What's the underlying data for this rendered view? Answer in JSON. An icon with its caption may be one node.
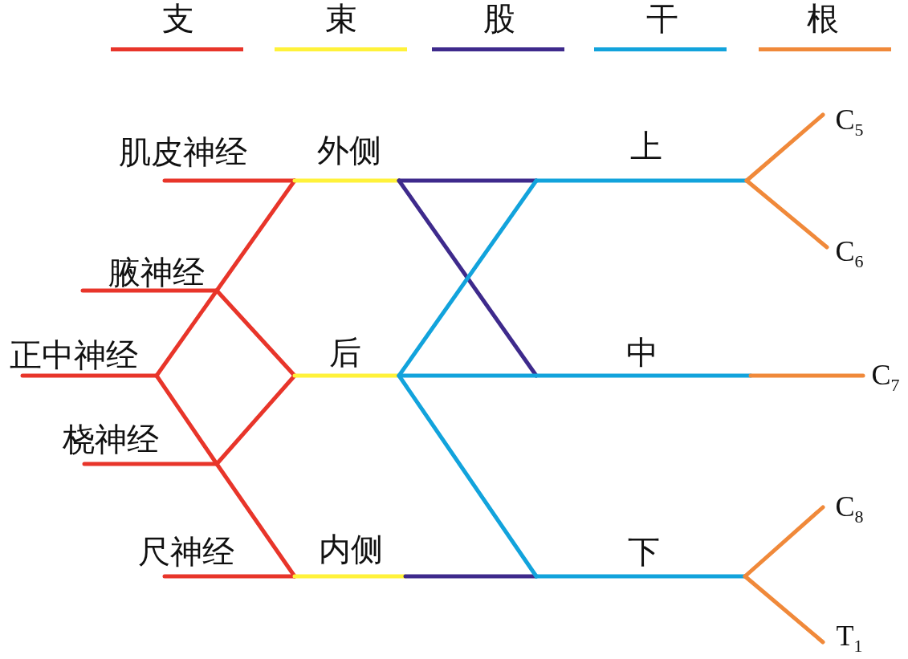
{
  "diagram": {
    "labels": [
      "C$_{5}$",
      "肌皮神经",
      "外侧",
      "上",
      "C$_{6}$",
      "腋神经",
      "正中神经",
      "后",
      "中",
      "C$_{7}$",
      "桡神经",
      "C$_{8}$",
      "尺神经",
      "内侧",
      "下",
      "T$_{1}$"
    ],
    "legend": [
      {
        "text": "支",
        "color": "#e8352a"
      },
      {
        "text": "束",
        "color": "#fff23a"
      },
      {
        "text": "股",
        "color": "#3e2a8c"
      },
      {
        "text": "干",
        "color": "#12a3dc"
      },
      {
        "text": "根",
        "color": "#f0893a"
      }
    ]
  }
}
